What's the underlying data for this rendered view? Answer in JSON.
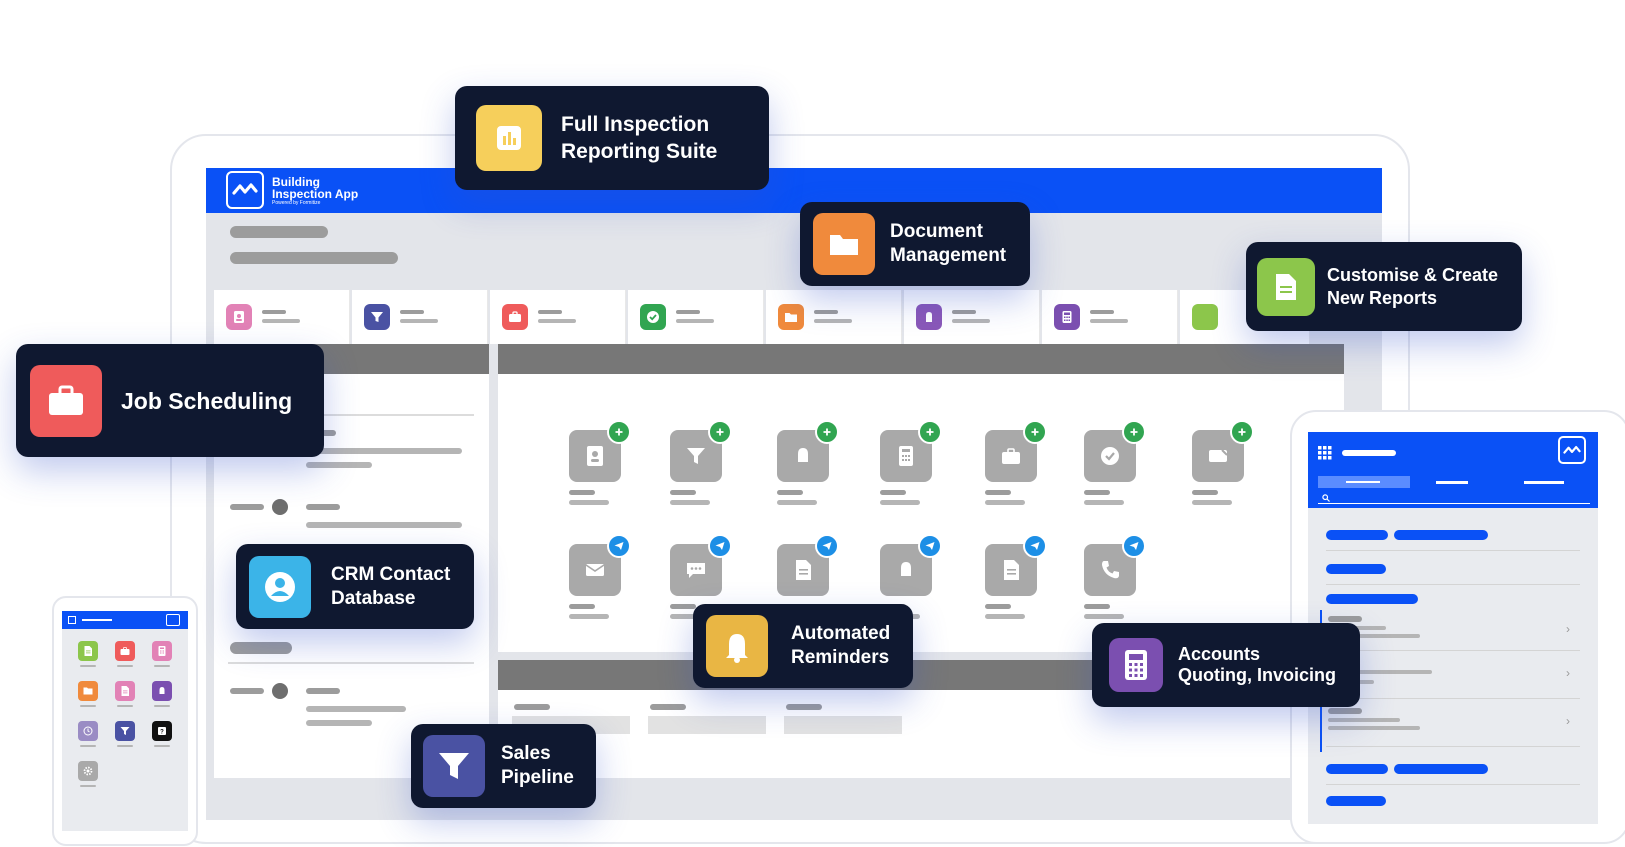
{
  "app": {
    "brand_line1": "Building",
    "brand_line2": "Inspection App",
    "brand_line3": "Powered by Formitize"
  },
  "colors": {
    "brand_blue": "#0a51f6",
    "callout_bg": "#0f1830",
    "yellow": "#f6cf5b",
    "orange": "#f08a3c",
    "green": "#8cc64b",
    "red": "#ef5b5b",
    "cyan": "#3bb4e8",
    "amber": "#e9b644",
    "purple": "#7b4fb0",
    "indigo": "#4a52a3"
  },
  "top_tiles": [
    {
      "icon": "contact-book-icon",
      "color": "#e282b6"
    },
    {
      "icon": "funnel-icon",
      "color": "#4a52a3"
    },
    {
      "icon": "briefcase-icon",
      "color": "#ef5b5b"
    },
    {
      "icon": "checkmark-icon",
      "color": "#31a551"
    },
    {
      "icon": "folder-icon",
      "color": "#f08a3c"
    },
    {
      "icon": "bell-icon",
      "color": "#8a58b8"
    },
    {
      "icon": "calculator-icon",
      "color": "#7b4fb0"
    },
    {
      "icon": "document-icon",
      "color": "#8cc64b"
    }
  ],
  "grid_icons_row1": [
    {
      "icon": "contact-book-icon",
      "badge": "plus-icon"
    },
    {
      "icon": "funnel-icon",
      "badge": "plus-icon"
    },
    {
      "icon": "bell-icon",
      "badge": "plus-icon"
    },
    {
      "icon": "calculator-icon",
      "badge": "plus-icon"
    },
    {
      "icon": "briefcase-icon",
      "badge": "plus-icon"
    },
    {
      "icon": "checkmark-icon",
      "badge": "plus-icon"
    },
    {
      "icon": "card-icon",
      "badge": "plus-icon"
    }
  ],
  "grid_icons_row2": [
    {
      "icon": "envelope-icon",
      "badge": "send-icon"
    },
    {
      "icon": "chat-icon",
      "badge": "send-icon"
    },
    {
      "icon": "document-icon",
      "badge": "send-icon"
    },
    {
      "icon": "bell-icon",
      "badge": "send-icon"
    },
    {
      "icon": "document-icon",
      "badge": "send-icon"
    },
    {
      "icon": "phone-icon",
      "badge": "send-icon"
    }
  ],
  "callouts": {
    "reporting": {
      "title": "Full Inspection\nReporting Suite",
      "icon": "bar-chart-icon"
    },
    "documents": {
      "title": "Document\nManagement",
      "icon": "folder-icon"
    },
    "reports": {
      "title": "Customise & Create\nNew Reports",
      "icon": "document-icon"
    },
    "scheduling": {
      "title": "Job Scheduling",
      "icon": "briefcase-icon"
    },
    "crm": {
      "title": "CRM Contact\nDatabase",
      "icon": "user-icon"
    },
    "reminders": {
      "title": "Automated\nReminders",
      "icon": "bell-icon"
    },
    "accounts": {
      "title": "Accounts\nQuoting, Invoicing",
      "icon": "calculator-icon"
    },
    "sales": {
      "title": "Sales\nPipeline",
      "icon": "funnel-icon"
    }
  },
  "phone_icons": [
    "document-icon",
    "briefcase-icon",
    "calculator-icon",
    "folder-icon",
    "document-icon",
    "bell-icon",
    "clock-icon",
    "funnel-icon",
    "help-icon",
    "gear-icon"
  ]
}
